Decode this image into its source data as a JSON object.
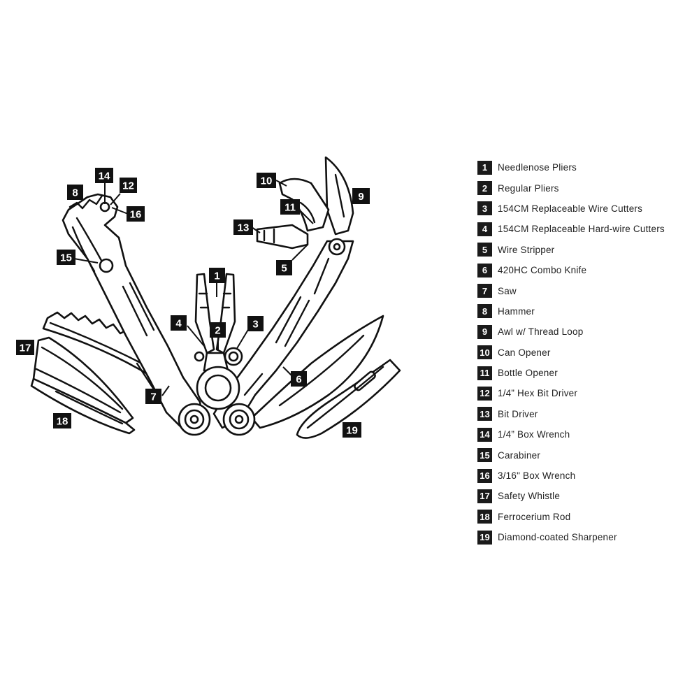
{
  "callouts": [
    "1",
    "2",
    "3",
    "4",
    "5",
    "6",
    "7",
    "8",
    "9",
    "10",
    "11",
    "12",
    "13",
    "14",
    "15",
    "16",
    "17",
    "18",
    "19"
  ],
  "legend": [
    {
      "num": "1",
      "label": "Needlenose Pliers"
    },
    {
      "num": "2",
      "label": "Regular Pliers"
    },
    {
      "num": "3",
      "label": "154CM Replaceable Wire Cutters"
    },
    {
      "num": "4",
      "label": "154CM Replaceable Hard-wire Cutters"
    },
    {
      "num": "5",
      "label": "Wire Stripper"
    },
    {
      "num": "6",
      "label": "420HC Combo Knife"
    },
    {
      "num": "7",
      "label": "Saw"
    },
    {
      "num": "8",
      "label": "Hammer"
    },
    {
      "num": "9",
      "label": "Awl w/ Thread Loop"
    },
    {
      "num": "10",
      "label": "Can Opener"
    },
    {
      "num": "11",
      "label": "Bottle Opener"
    },
    {
      "num": "12",
      "label": "1/4” Hex Bit Driver"
    },
    {
      "num": "13",
      "label": "Bit Driver"
    },
    {
      "num": "14",
      "label": "1/4” Box Wrench"
    },
    {
      "num": "15",
      "label": "Carabiner"
    },
    {
      "num": "16",
      "label": "3/16\" Box Wrench"
    },
    {
      "num": "17",
      "label": "Safety Whistle"
    },
    {
      "num": "18",
      "label": "Ferrocerium Rod"
    },
    {
      "num": "19",
      "label": "Diamond-coated Sharpener"
    }
  ]
}
